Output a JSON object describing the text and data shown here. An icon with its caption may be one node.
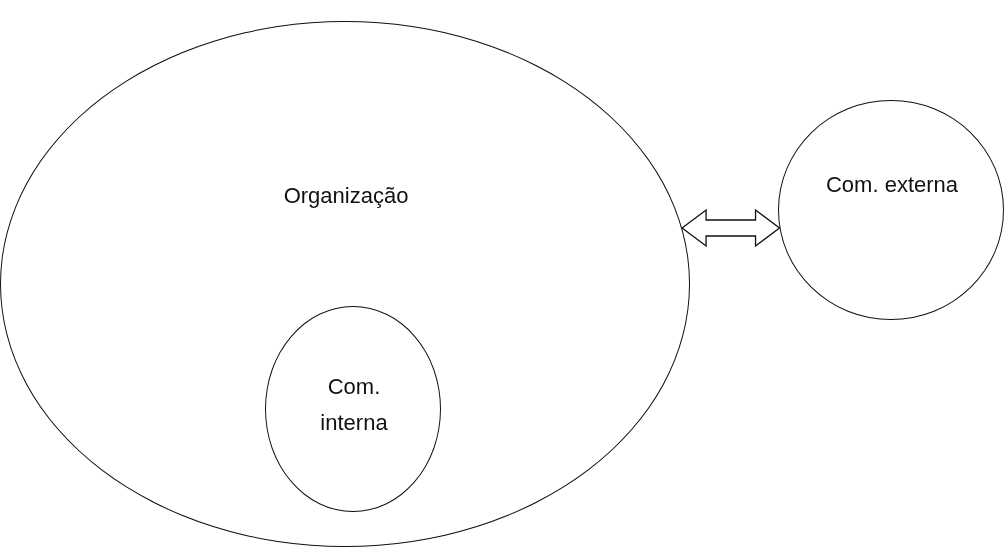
{
  "diagram": {
    "nodes": [
      {
        "text": [
          "Organização"
        ]
      },
      {
        "text": [
          "Com. interna"
        ],
        "in": 0
      },
      {
        "text": [
          "Com. externa"
        ]
      }
    ],
    "edges": [
      {
        "from": 0,
        "to": 2,
        "arrow": "both"
      }
    ]
  }
}
